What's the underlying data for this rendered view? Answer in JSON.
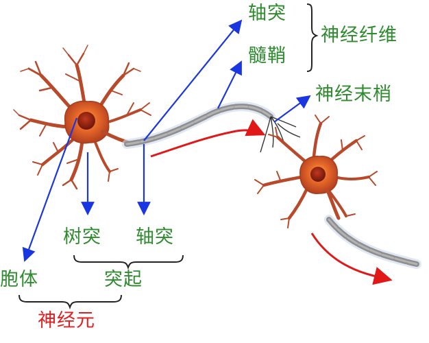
{
  "labels": {
    "axon_top": "轴突",
    "myelin": "髓鞘",
    "nerve_fiber": "神经纤维",
    "nerve_ending": "神经末梢",
    "dendrite": "树突",
    "axon_bottom": "轴突",
    "cell_body": "胞体",
    "process": "突起",
    "neuron": "神经元"
  },
  "colors": {
    "green_label": "#2e8b2e",
    "red_label": "#e02020",
    "arrow": "#1a36e0",
    "signal_arrow": "#e01818",
    "bracket": "#222222",
    "cell": "#c8502a",
    "nucleus": "#8a1f10",
    "myelin": "#8e8e8e"
  },
  "icons": {
    "cell_1": "neuron-cell-body-icon",
    "cell_2": "neuron-cell-body-icon"
  }
}
